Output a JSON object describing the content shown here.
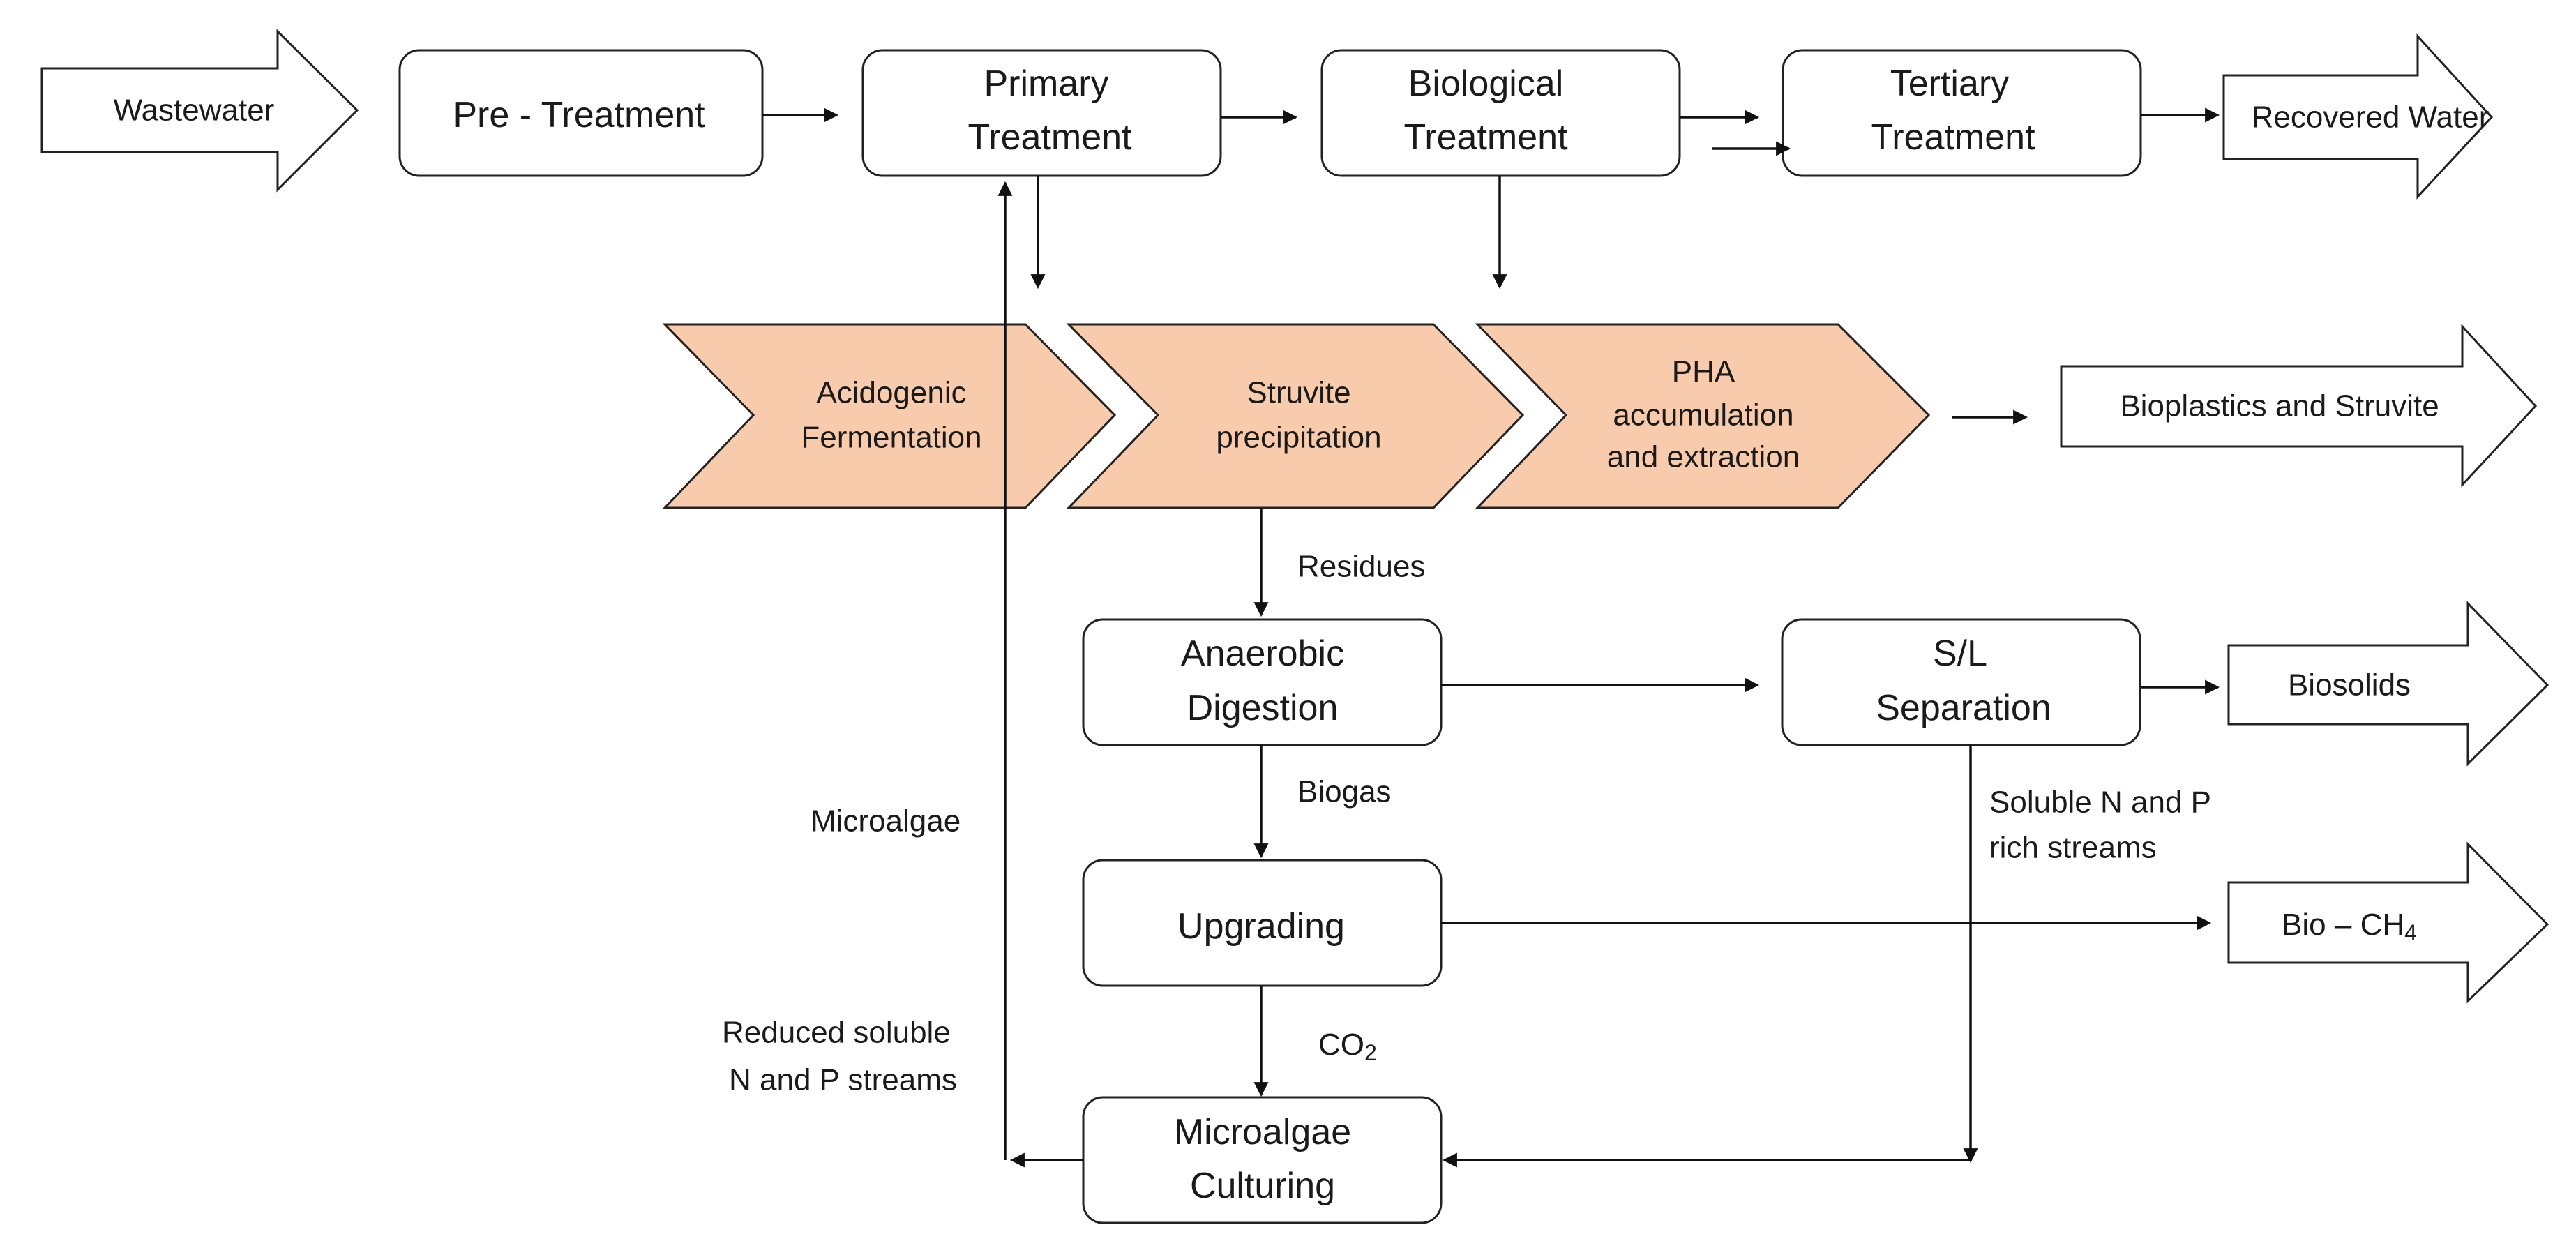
{
  "process_boxes": {
    "pre_treatment": "Pre - Treatment",
    "primary_treatment": [
      "Primary",
      "Treatment"
    ],
    "biological_treatment": [
      "Biological",
      "Treatment"
    ],
    "tertiary_treatment": [
      "Tertiary",
      "Treatment"
    ],
    "anaerobic_digestion": [
      "Anaerobic",
      "Digestion"
    ],
    "sl_separation": [
      "S/L",
      "Separation"
    ],
    "upgrading": "Upgrading",
    "microalgae_culturing": [
      "Microalgae",
      "Culturing"
    ]
  },
  "chevrons": {
    "acidogenic": [
      "Acidogenic",
      "Fermentation"
    ],
    "struvite": [
      "Struvite",
      "precipitation"
    ],
    "pha": [
      "PHA",
      "accumulation",
      "and extraction"
    ]
  },
  "inputs_outputs": {
    "wastewater": "Wastewater",
    "recovered_water": "Recovered Water",
    "bioplastics_struvite": "Bioplastics and Struvite",
    "biosolids": "Biosolids",
    "bio_ch4": {
      "main": "Bio – CH",
      "subscript": "4"
    }
  },
  "flow_labels": {
    "residues": "Residues",
    "biogas": "Biogas",
    "co2": {
      "main": "CO",
      "subscript": "2"
    },
    "microalgae": "Microalgae",
    "soluble_np": [
      "Soluble N and P",
      "rich streams"
    ],
    "reduced_np": [
      "Reduced soluble",
      "N and P streams"
    ]
  },
  "colors": {
    "chevron_fill": "#f8cbad",
    "stroke": "#222222",
    "background": "#ffffff"
  }
}
